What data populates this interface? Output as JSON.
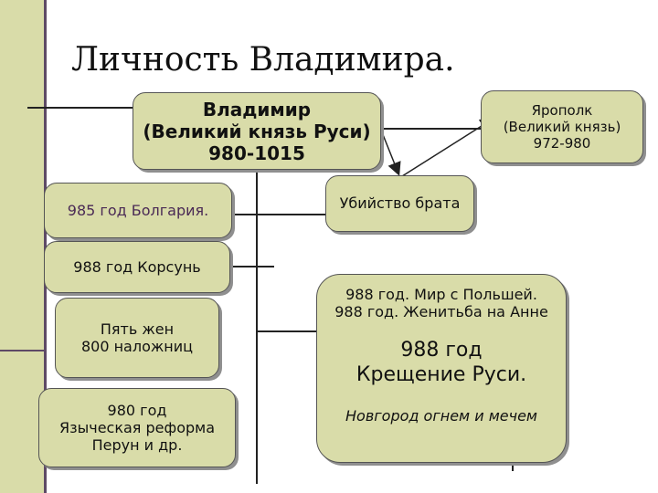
{
  "title": "Личность Владимира.",
  "vladimir": {
    "line1": "Владимир",
    "line2": "(Великий князь Руси)",
    "line3": "980-1015"
  },
  "yaropolk": {
    "line1": "Ярополк",
    "line2": "(Великий князь)",
    "line3": "972-980"
  },
  "bulgaria": "985 год Болгария.",
  "murder": "Убийство брата",
  "korsun": "988 год Корсунь",
  "wives": {
    "line1": "Пять жен",
    "line2": "800 наложниц"
  },
  "reform": {
    "line1": "980 год",
    "line2": "Языческая реформа",
    "line3": "Перун и др."
  },
  "events": {
    "line1": "988 год. Мир с Польшей.",
    "line2": "988 год. Женитьба на Анне",
    "baptism1": "988 год",
    "baptism2": "Крещение Руси.",
    "novgorod": "Новгород огнем и мечем"
  },
  "colors": {
    "box": "#d9dca9",
    "strip": "#d9dca9",
    "accent_text": "#4a2a55"
  }
}
